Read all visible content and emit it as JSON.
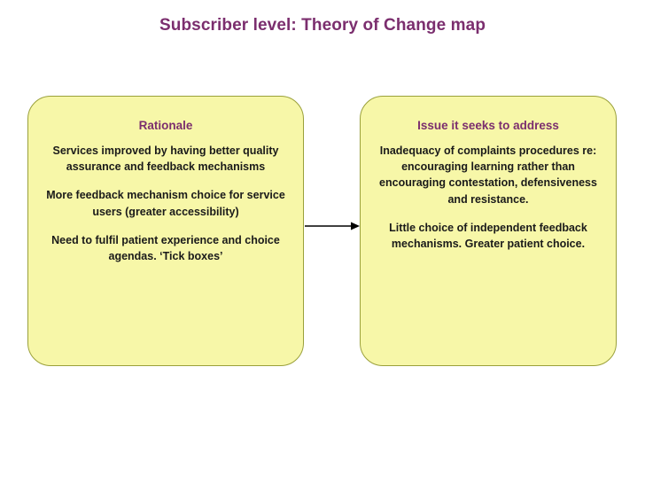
{
  "slide": {
    "title": "Subscriber level: Theory of Change map",
    "title_color": "#7b2e6e",
    "background": "#ffffff"
  },
  "boxes": [
    {
      "id": "rationale",
      "heading": "Rationale",
      "fill_color": "#f7f7a8",
      "border_color": "#9aa03a",
      "paragraphs": [
        "Services improved by having better quality assurance and feedback mechanisms",
        "More feedback mechanism choice for service users (greater accessibility)",
        "Need to fulfil  patient experience and choice agendas. ‘Tick boxes’"
      ]
    },
    {
      "id": "issue",
      "heading": "Issue it seeks to address",
      "fill_color": "#f7f7a8",
      "border_color": "#9aa03a",
      "paragraphs": [
        "Inadequacy of complaints procedures re: encouraging learning rather than encouraging contestation, defensiveness and resistance.",
        "Little choice of independent feedback mechanisms. Greater patient choice."
      ]
    }
  ],
  "connector": {
    "name": "arrow-rationale-to-issue",
    "color": "#000000",
    "direction": "right"
  }
}
